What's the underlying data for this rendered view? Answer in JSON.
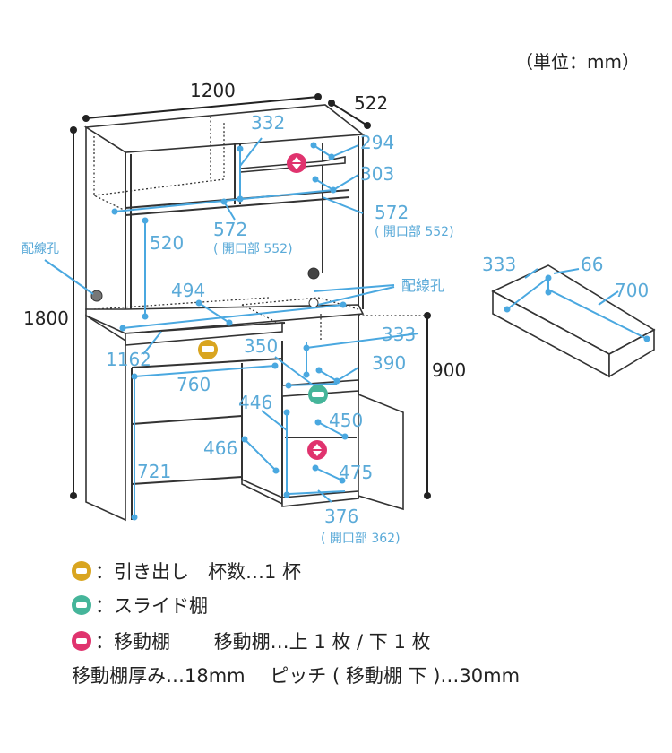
{
  "unit_label": "（単位：mm）",
  "dims": {
    "width": "1200",
    "depth": "522",
    "height": "1800",
    "lower_height": "900",
    "upper_inner_width": "332",
    "shelf_depth_1": "294",
    "shelf_depth_2": "303",
    "upper_depth_left": "572",
    "upper_opening_left": "( 開口部 552)",
    "upper_depth_right": "572",
    "upper_opening_right": "( 開口部 552)",
    "upper_inner_height": "520",
    "desk_depth": "494",
    "desk_width": "1162",
    "drawer_inner": "350",
    "knee_width": "760",
    "knee_height": "721",
    "side_depth": "466",
    "cab_height_upper": "333",
    "slide_depth": "390",
    "cab_inner_height": "446",
    "cab_shelf_depth": "450",
    "cab_bottom_depth": "475",
    "cab_width": "376",
    "cab_opening": "( 開口部 362)",
    "drawer_depth": "333",
    "drawer_height": "66",
    "drawer_width": "700"
  },
  "wire_hole_label_left": "配線孔",
  "wire_hole_label_right": "配線孔",
  "legend": {
    "drawer": "：引き出し　杯数…1 杯",
    "slide_shelf": "：スライド棚",
    "movable_shelf": "：移動棚　　 移動棚…上 1 枚 / 下 1 枚",
    "note": "移動棚厚み…18mm　 ピッチ ( 移動棚 下 )…30mm"
  },
  "colors": {
    "dimension": "#4aa8e0",
    "drawer_icon": "#d9a520",
    "slide_icon": "#45b59a",
    "movable_icon": "#e0336e"
  }
}
